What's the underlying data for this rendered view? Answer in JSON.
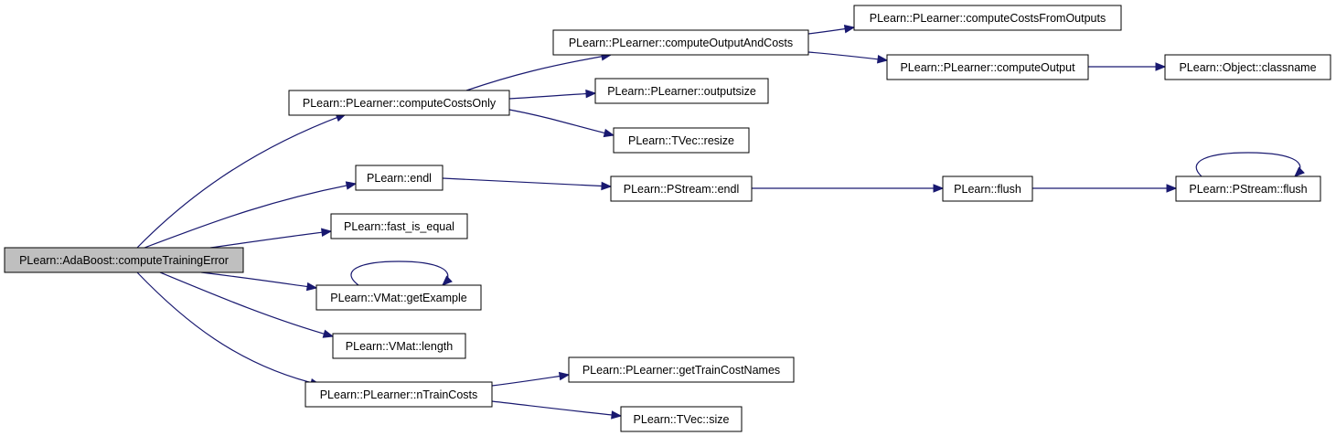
{
  "colors": {
    "edge": "#191970",
    "node_fill": "#ffffff",
    "root_fill": "#bfbfbf",
    "node_border": "#000000"
  },
  "nodes": {
    "root": {
      "label": "PLearn::AdaBoost::computeTrainingError",
      "highlighted": true
    },
    "computeCostsOnly": {
      "label": "PLearn::PLearner::computeCostsOnly"
    },
    "computeOutputAndCosts": {
      "label": "PLearn::PLearner::computeOutputAndCosts"
    },
    "computeCostsFromOutputs": {
      "label": "PLearn::PLearner::computeCostsFromOutputs"
    },
    "computeOutput": {
      "label": "PLearn::PLearner::computeOutput"
    },
    "classname": {
      "label": "PLearn::Object::classname"
    },
    "outputsize": {
      "label": "PLearn::PLearner::outputsize"
    },
    "tvecResize": {
      "label": "PLearn::TVec::resize"
    },
    "endl": {
      "label": "PLearn::endl"
    },
    "pstreamEndl": {
      "label": "PLearn::PStream::endl"
    },
    "flush": {
      "label": "PLearn::flush"
    },
    "pstreamFlush": {
      "label": "PLearn::PStream::flush"
    },
    "fastIsEqual": {
      "label": "PLearn::fast_is_equal"
    },
    "getExample": {
      "label": "PLearn::VMat::getExample"
    },
    "length": {
      "label": "PLearn::VMat::length"
    },
    "nTrainCosts": {
      "label": "PLearn::PLearner::nTrainCosts"
    },
    "getTrainCostNames": {
      "label": "PLearn::PLearner::getTrainCostNames"
    },
    "tvecSize": {
      "label": "PLearn::TVec::size"
    }
  },
  "edges": [
    {
      "from": "root",
      "to": "computeCostsOnly"
    },
    {
      "from": "root",
      "to": "endl"
    },
    {
      "from": "root",
      "to": "fastIsEqual"
    },
    {
      "from": "root",
      "to": "getExample"
    },
    {
      "from": "root",
      "to": "length"
    },
    {
      "from": "root",
      "to": "nTrainCosts"
    },
    {
      "from": "computeCostsOnly",
      "to": "computeOutputAndCosts"
    },
    {
      "from": "computeCostsOnly",
      "to": "outputsize"
    },
    {
      "from": "computeCostsOnly",
      "to": "tvecResize"
    },
    {
      "from": "computeOutputAndCosts",
      "to": "computeCostsFromOutputs"
    },
    {
      "from": "computeOutputAndCosts",
      "to": "computeOutput"
    },
    {
      "from": "computeOutput",
      "to": "classname"
    },
    {
      "from": "endl",
      "to": "pstreamEndl"
    },
    {
      "from": "pstreamEndl",
      "to": "flush"
    },
    {
      "from": "flush",
      "to": "pstreamFlush"
    },
    {
      "from": "pstreamFlush",
      "to": "pstreamFlush"
    },
    {
      "from": "getExample",
      "to": "getExample"
    },
    {
      "from": "nTrainCosts",
      "to": "getTrainCostNames"
    },
    {
      "from": "nTrainCosts",
      "to": "tvecSize"
    }
  ]
}
